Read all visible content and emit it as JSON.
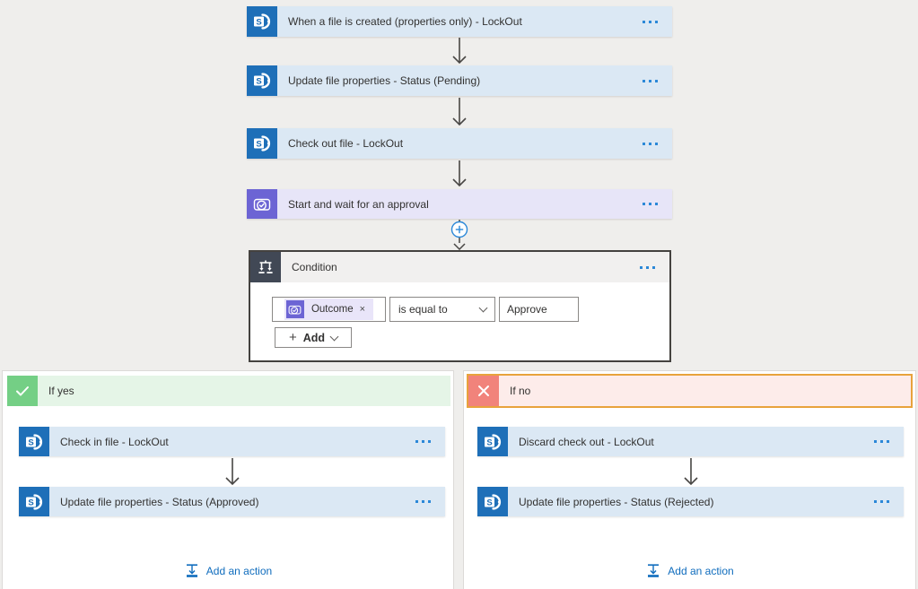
{
  "colors": {
    "canvas_bg": "#efeeec",
    "action_card_bg": "#dbe8f4",
    "approval_card_bg": "#e7e5f8",
    "sharepoint_blue": "#1e6fb8",
    "approvals_purple": "#6c64d4",
    "condition_icon_bg": "#414855",
    "condition_selected_border": "#44423f",
    "if_yes_green": "#74cf85",
    "if_yes_header_bg": "#e5f5e7",
    "if_no_red": "#f1837b",
    "if_no_header_bg": "#fdecea",
    "if_no_selected_border": "#e8a33c",
    "link_blue": "#0f6cbd",
    "more_options_blue": "#2b88d8"
  },
  "icons": {
    "sharepoint_letter": "S",
    "plus": "+",
    "close": "×",
    "chevron_down": "∨",
    "check": "✓"
  },
  "main_flow": {
    "steps": [
      {
        "connector": "sharepoint",
        "title": "When a file is created (properties only) - LockOut"
      },
      {
        "connector": "sharepoint",
        "title": "Update file properties - Status (Pending)"
      },
      {
        "connector": "sharepoint",
        "title": "Check out file - LockOut"
      },
      {
        "connector": "approvals",
        "title": "Start and wait for an approval"
      }
    ]
  },
  "condition": {
    "title": "Condition",
    "token": {
      "source": "approvals",
      "label": "Outcome"
    },
    "operator": "is equal to",
    "value": "Approve",
    "add_button_label": "Add"
  },
  "branches": {
    "yes": {
      "label": "If yes",
      "steps": [
        {
          "connector": "sharepoint",
          "title": "Check in file - LockOut"
        },
        {
          "connector": "sharepoint",
          "title": "Update file properties - Status (Approved)"
        }
      ],
      "add_action_label": "Add an action"
    },
    "no": {
      "label": "If no",
      "steps": [
        {
          "connector": "sharepoint",
          "title": "Discard check out - LockOut"
        },
        {
          "connector": "sharepoint",
          "title": "Update file properties - Status (Rejected)"
        }
      ],
      "add_action_label": "Add an action"
    }
  }
}
